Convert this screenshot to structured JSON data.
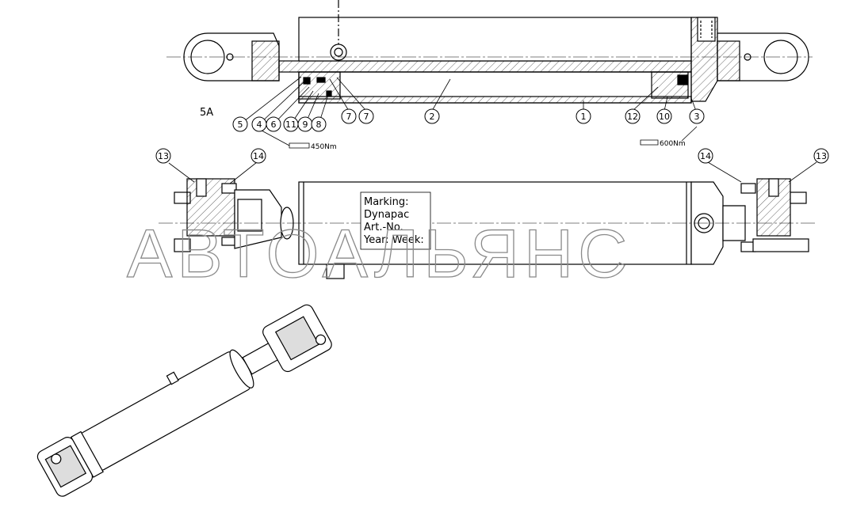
{
  "section_label": "5A",
  "balloons": {
    "p5": "5",
    "p4": "4",
    "p6": "6",
    "p11": "11",
    "p9": "9",
    "p8": "8",
    "p7a": "7",
    "p7b": "7",
    "p2": "2",
    "p1": "1",
    "p12": "12",
    "p10": "10",
    "p3": "3",
    "p13a": "13",
    "p14a": "14",
    "p14b": "14",
    "p13b": "13"
  },
  "torques": {
    "left": "450Nm",
    "right": "600Nm"
  },
  "marking_box": [
    "Marking:",
    "Dynapac",
    "Art.-No.",
    "Year: Week:"
  ],
  "watermark": "АВТОАЛЬЯНС"
}
